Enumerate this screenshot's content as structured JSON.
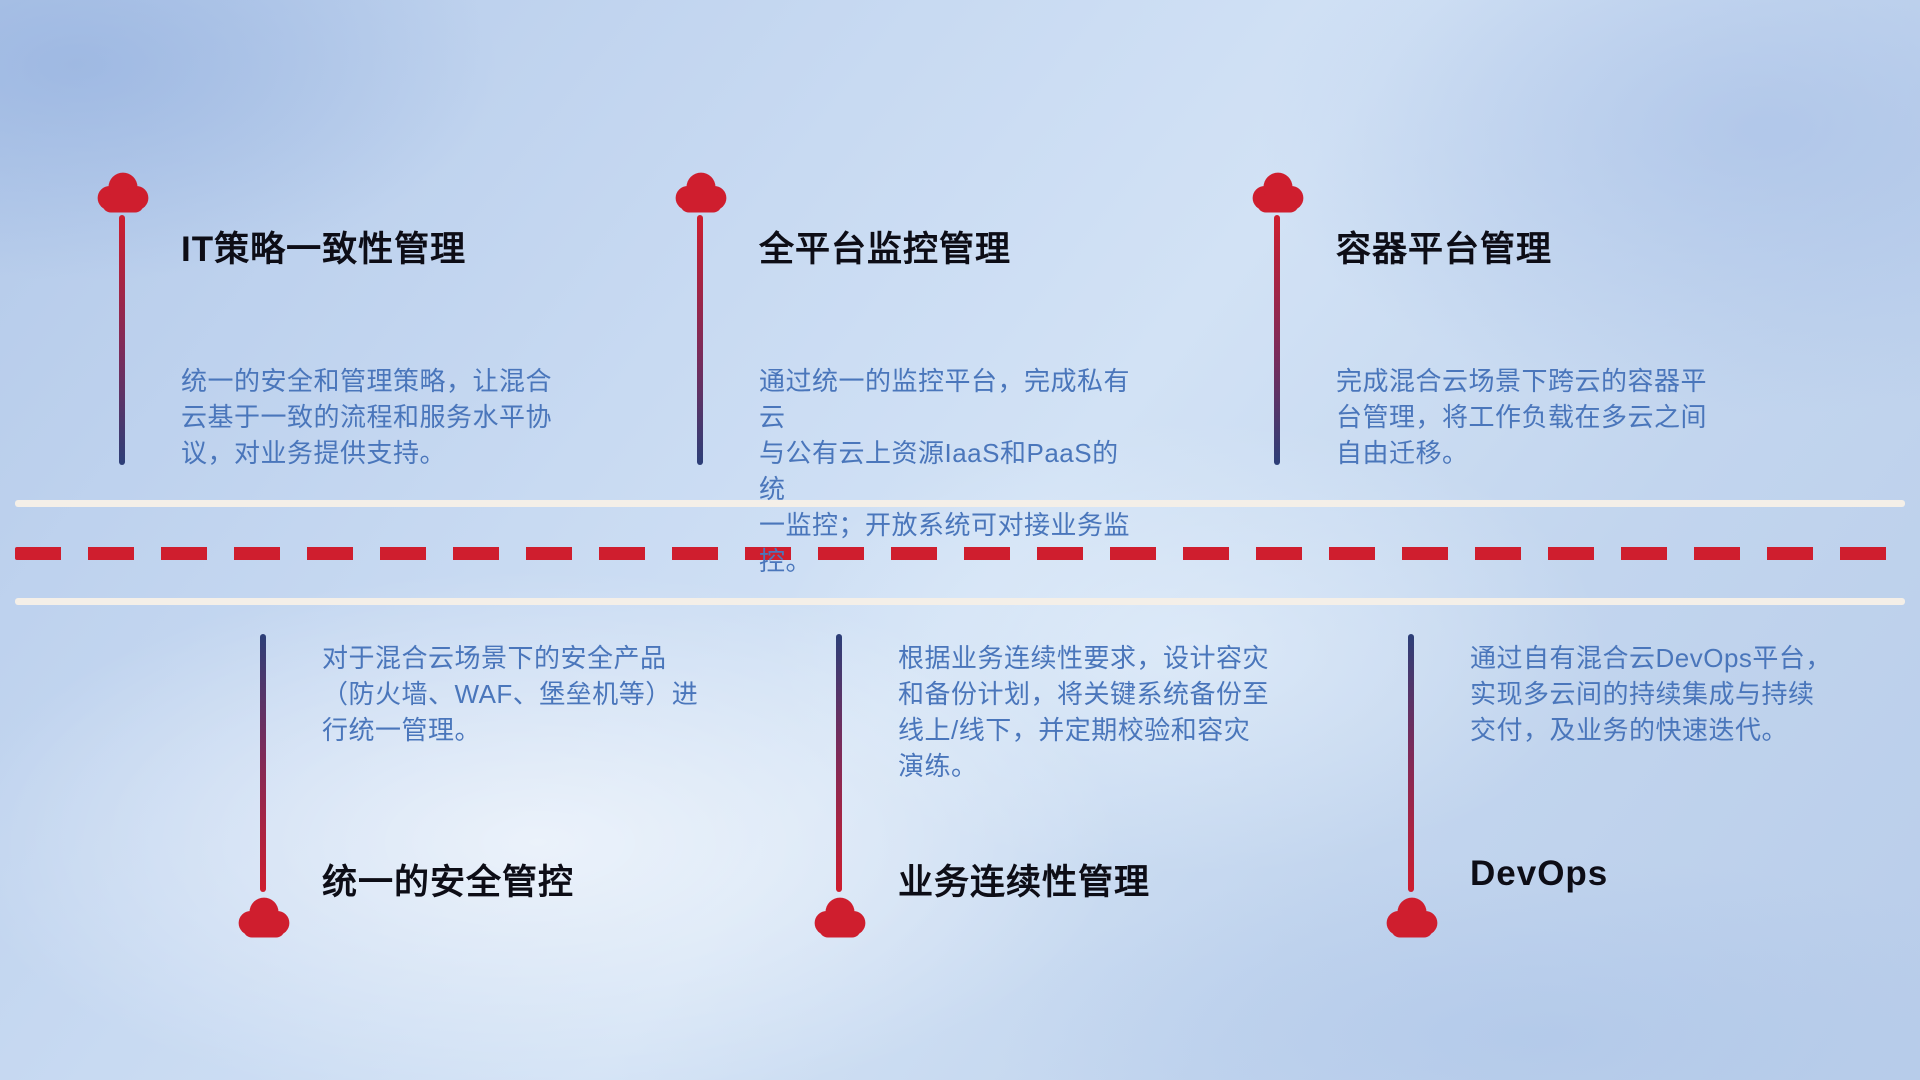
{
  "colors": {
    "accent-red": "#cf1e2e",
    "line-navy": "#2c3f78",
    "title": "#0d0d16",
    "desc": "#4a76bb",
    "road-white": "#f4efe8"
  },
  "top_items": [
    {
      "title": "IT策略一致性管理",
      "desc": "统一的安全和管理策略，让混合\n云基于一致的流程和服务水平协\n议，对业务提供支持。"
    },
    {
      "title": "全平台监控管理",
      "desc": "通过统一的监控平台，完成私有云\n与公有云上资源IaaS和PaaS的统\n一监控；开放系统可对接业务监控。"
    },
    {
      "title": "容器平台管理",
      "desc": "完成混合云场景下跨云的容器平\n台管理，将工作负载在多云之间\n自由迁移。"
    }
  ],
  "bottom_items": [
    {
      "title": "统一的安全管控",
      "desc": "对于混合云场景下的安全产品\n（防火墙、WAF、堡垒机等）进\n行统一管理。"
    },
    {
      "title": "业务连续性管理",
      "desc": "根据业务连续性要求，设计容灾\n和备份计划，将关键系统备份至\n线上/线下，并定期校验和容灾\n演练。"
    },
    {
      "title": "DevOps",
      "desc": "通过自有混合云DevOps平台，\n实现多云间的持续集成与持续\n交付，及业务的快速迭代。"
    }
  ]
}
